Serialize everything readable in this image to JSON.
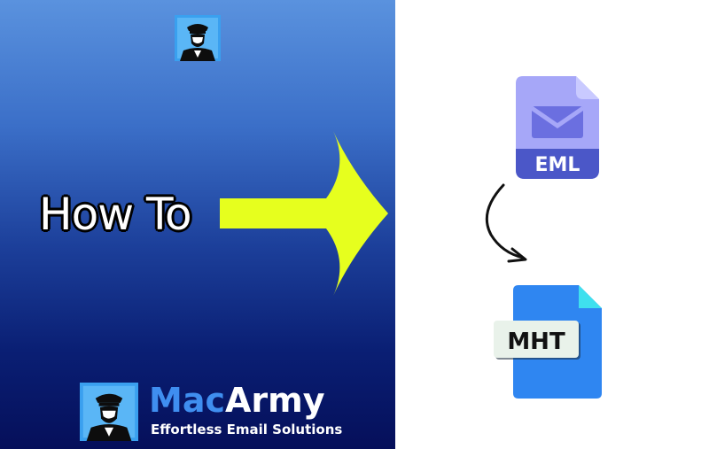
{
  "banner": {
    "heading": "How To",
    "brand": {
      "name_part1": "Mac",
      "name_part2": "Army",
      "tagline": "Effortless Email Solutions"
    },
    "source_format": "EML",
    "target_format": "MHT"
  },
  "colors": {
    "panel_top": "#5a92de",
    "panel_bottom": "#050f5a",
    "arrow_fill": "#e6ff1e",
    "brand_blue": "#3f8ef0",
    "eml_purple": "#a6a7f8",
    "eml_label_bg": "#4b57c8",
    "mht_blue": "#2f86f1",
    "mht_corner": "#3fe0ee"
  },
  "icons": {
    "logo": "soldier-avatar-icon",
    "arrow": "right-arrow-icon",
    "eml": "eml-file-icon",
    "mail": "envelope-icon",
    "curve": "curved-down-arrow-icon",
    "mht": "mht-file-icon"
  }
}
